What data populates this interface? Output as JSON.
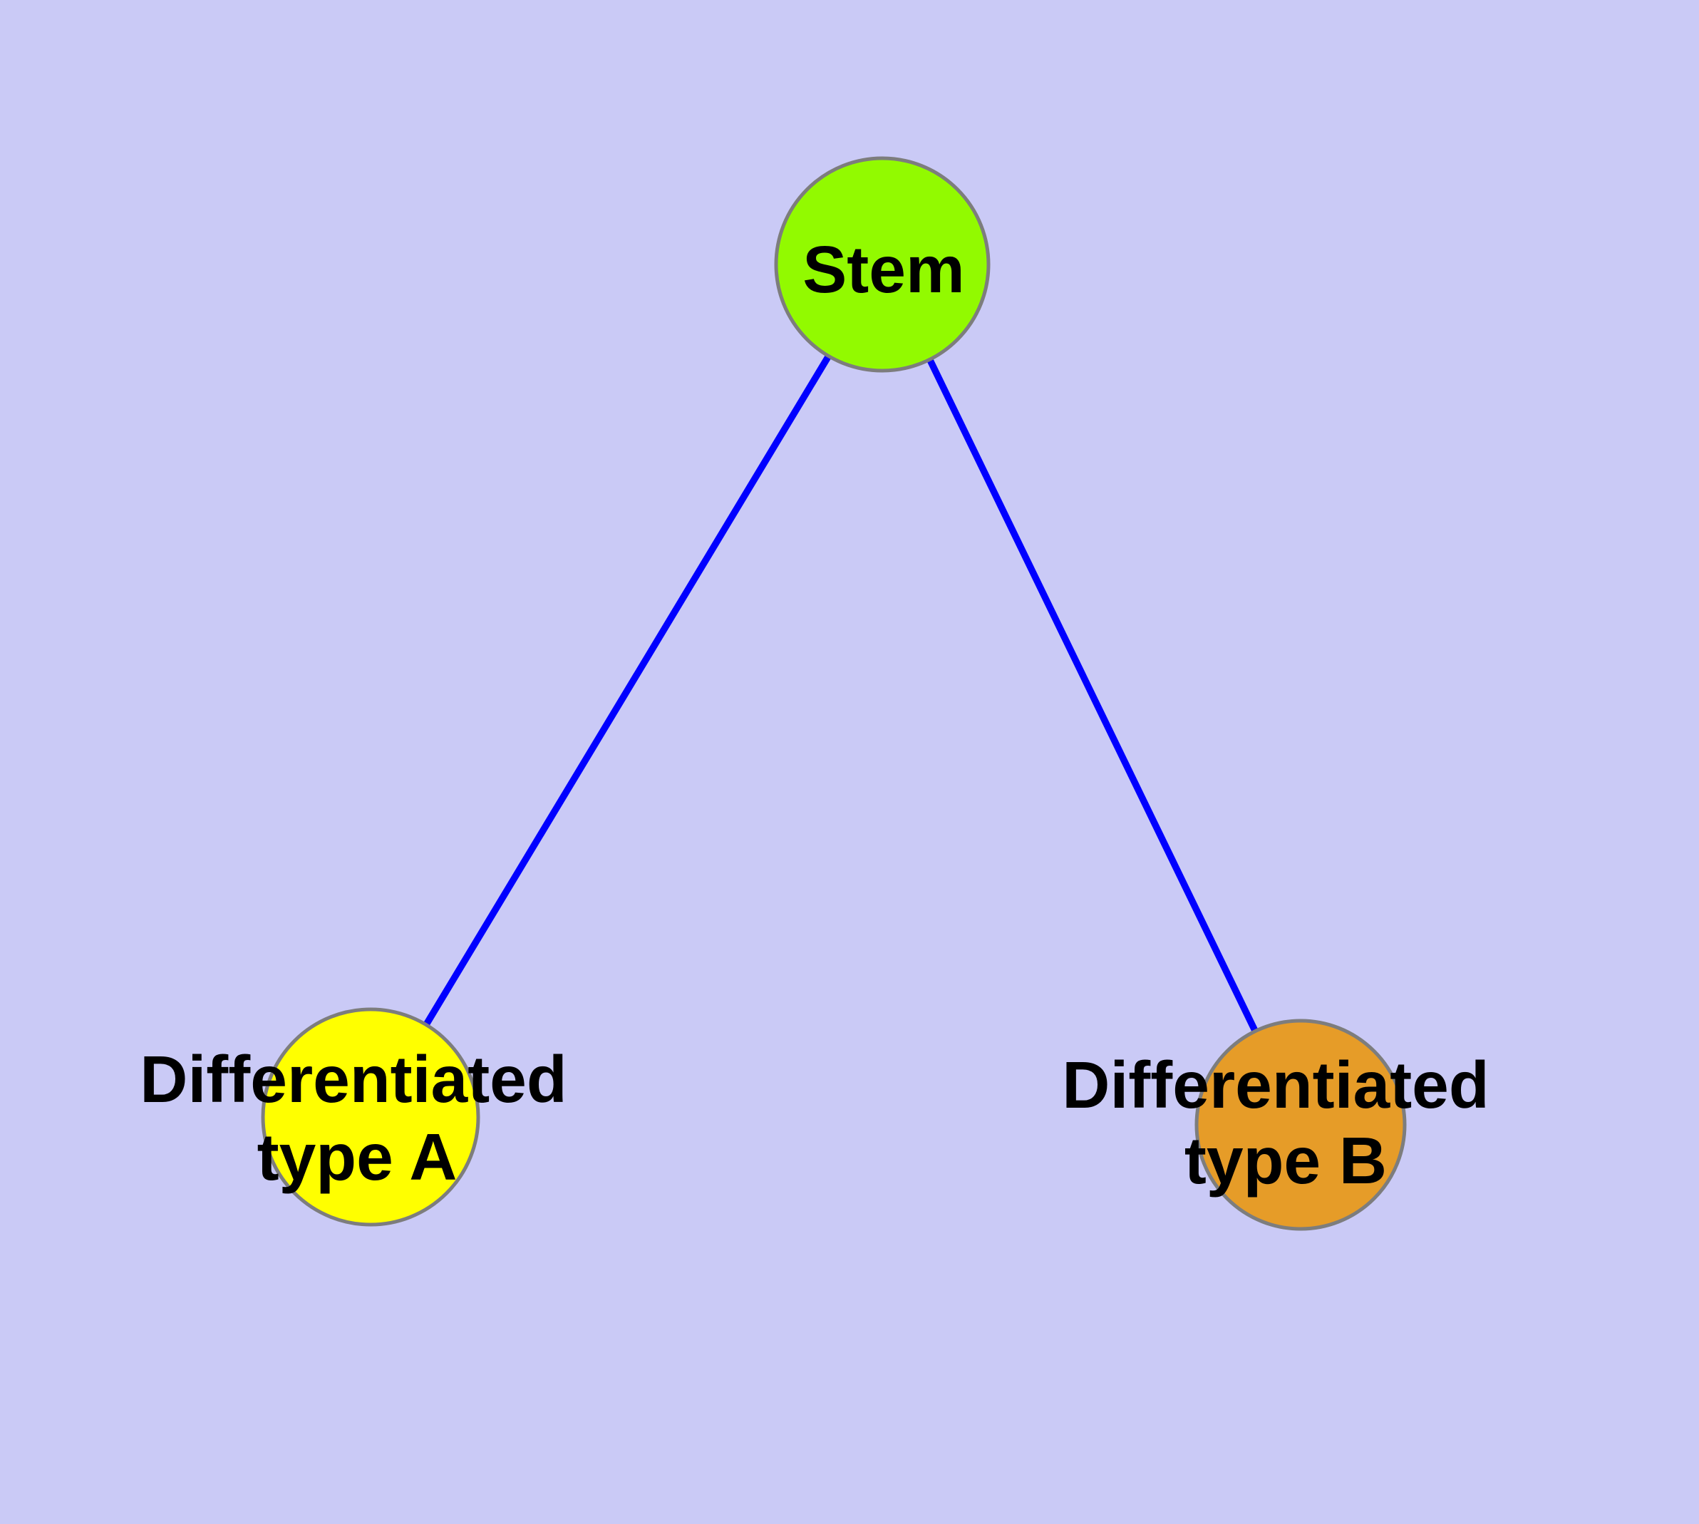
{
  "diagram": {
    "background_color": "#CACAF6",
    "edge_color": "#0000FF",
    "node_border_color": "#7D7D7D",
    "label_color": "#000000",
    "nodes": [
      {
        "id": "stem",
        "label": "Stem",
        "color": "#92FA00"
      },
      {
        "id": "differentiated-type-a",
        "label_line1": "Differentiated",
        "label_line2": "type A",
        "color": "#FFFF00"
      },
      {
        "id": "differentiated-type-b",
        "label_line1": "Differentiated",
        "label_line2": "type B",
        "color": "#E69C28"
      }
    ],
    "edges": [
      {
        "from": "Stem",
        "to": "Differentiated type A"
      },
      {
        "from": "Stem",
        "to": "Differentiated type B"
      }
    ]
  }
}
